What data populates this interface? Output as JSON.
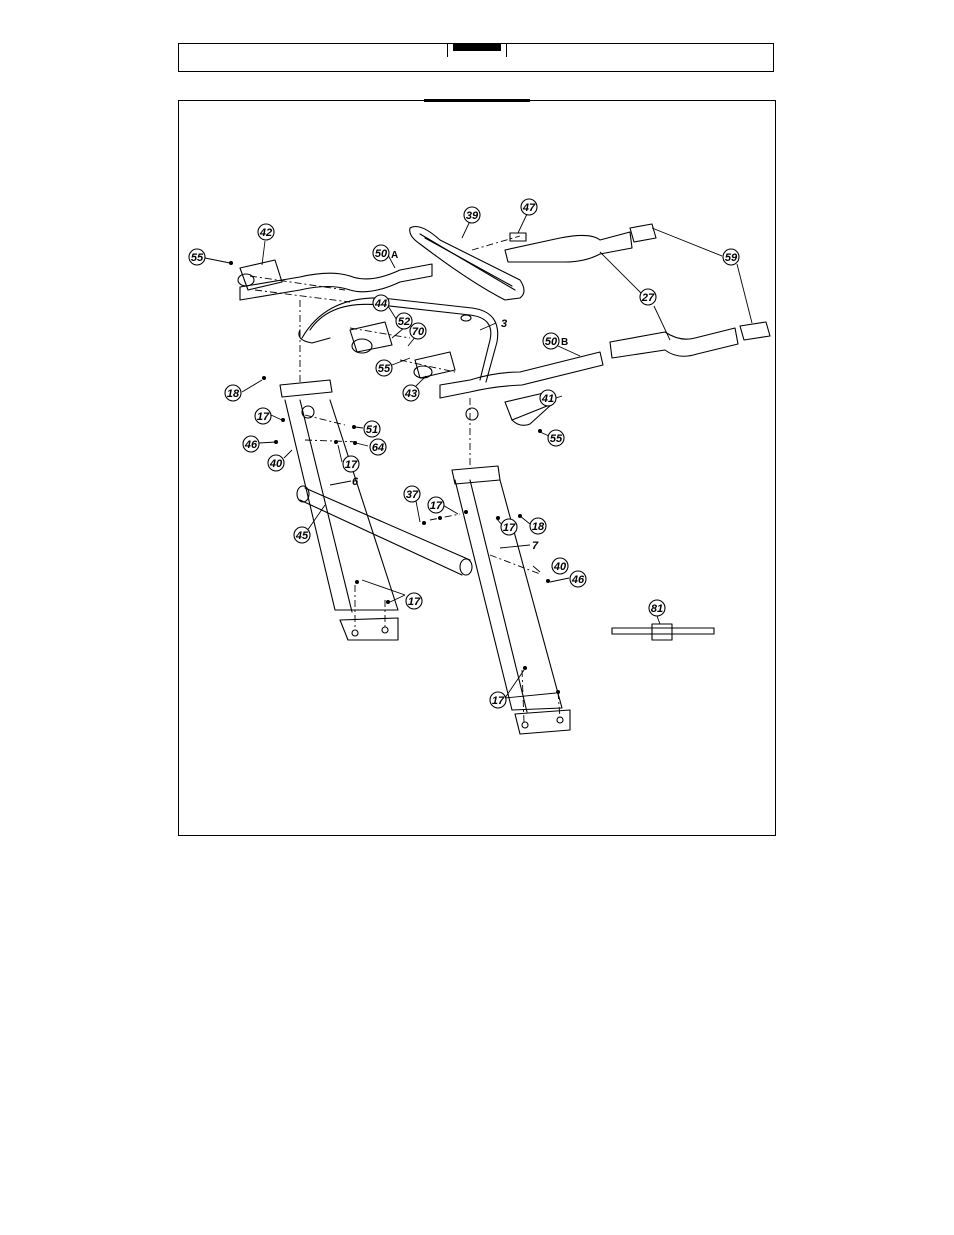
{
  "page": {
    "title": ""
  },
  "callouts": [
    {
      "label": "55"
    },
    {
      "label": "42"
    },
    {
      "label": "50"
    },
    {
      "label": "39"
    },
    {
      "label": "47"
    },
    {
      "label": "59"
    },
    {
      "label": "27"
    },
    {
      "label": "44"
    },
    {
      "label": "52"
    },
    {
      "label": "70"
    },
    {
      "label": "3"
    },
    {
      "label": "55"
    },
    {
      "label": "50"
    },
    {
      "label": "43"
    },
    {
      "label": "41"
    },
    {
      "label": "55"
    },
    {
      "label": "18"
    },
    {
      "label": "17"
    },
    {
      "label": "51"
    },
    {
      "label": "46"
    },
    {
      "label": "64"
    },
    {
      "label": "40"
    },
    {
      "label": "17"
    },
    {
      "label": "6"
    },
    {
      "label": "37"
    },
    {
      "label": "17"
    },
    {
      "label": "17"
    },
    {
      "label": "18"
    },
    {
      "label": "45"
    },
    {
      "label": "7"
    },
    {
      "label": "40"
    },
    {
      "label": "46"
    },
    {
      "label": "17"
    },
    {
      "label": "81"
    },
    {
      "label": "17"
    }
  ],
  "plain_labels": [
    {
      "label": "3"
    },
    {
      "label": "6"
    },
    {
      "label": "7"
    }
  ],
  "variant_letters": {
    "a": "A",
    "b": "B"
  }
}
